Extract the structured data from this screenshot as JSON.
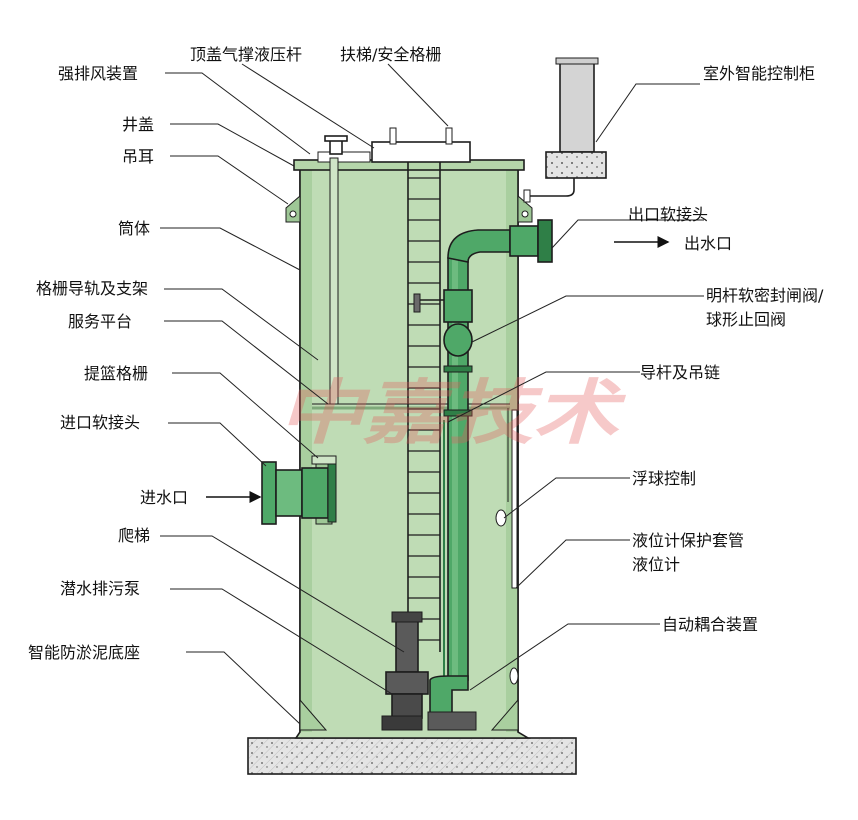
{
  "labels": {
    "exhaust_fan": "强排风装置",
    "lid_gas_strut": "顶盖气撑液压杆",
    "handrail_grille": "扶梯/安全格栅",
    "outdoor_control_cabinet": "室外智能控制柜",
    "well_lid": "井盖",
    "lifting_lug": "吊耳",
    "outlet_flex_joint": "出口软接头",
    "outlet_water": "出水口",
    "barrel": "筒体",
    "grille_rail": "格栅导轨及支架",
    "valves_line1": "明杆软密封闸阀/",
    "valves_line2": "球形止回阀",
    "service_platform": "服务平台",
    "basket_grille": "提篮格栅",
    "guide_rod_chain": "导杆及吊链",
    "inlet_flex_joint": "进口软接头",
    "float_ball": "浮球控制",
    "inlet_water": "进水口",
    "ladder": "爬梯",
    "level_gauge_sleeve": "液位计保护套管",
    "level_gauge": "液位计",
    "submersible_pump": "潜水排污泵",
    "auto_coupling": "自动耦合装置",
    "anti_silt_base": "智能防淤泥底座"
  },
  "watermark": "中嘉技术",
  "colors": {
    "barrel_fill": "#bfdcb5",
    "barrel_shade": "#a9cf9f",
    "pipe_fill": "#4fa868",
    "pipe_dark": "#2f7f47",
    "pump_fill": "#5a5a5a",
    "cabinet_fill": "#d4d4d4",
    "foundation_fill": "#e4e4e4",
    "watermark": "#e45a5a"
  }
}
